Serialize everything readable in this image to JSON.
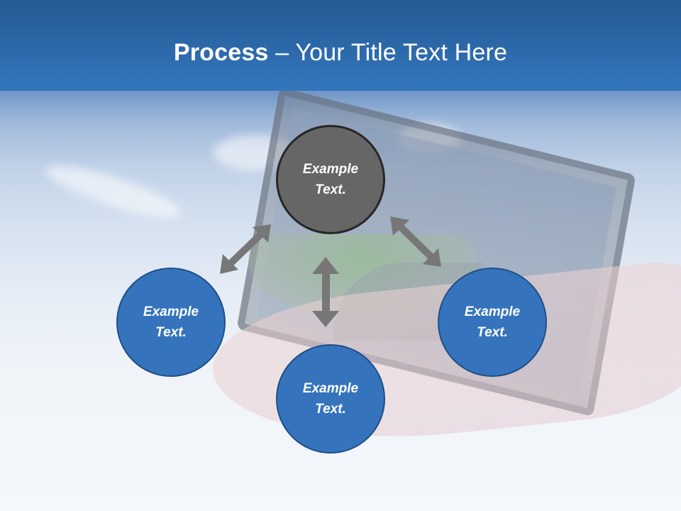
{
  "slide": {
    "title": {
      "bold": "Process",
      "rest": " – Your Title Text Here"
    },
    "nodes": [
      {
        "id": "top",
        "line1": "Example",
        "line2": "Text.",
        "color": "#666666"
      },
      {
        "id": "left",
        "line1": "Example",
        "line2": "Text.",
        "color": "#3574bc"
      },
      {
        "id": "right",
        "line1": "Example",
        "line2": "Text.",
        "color": "#3574bc"
      },
      {
        "id": "bottom",
        "line1": "Example",
        "line2": "Text.",
        "color": "#3574bc"
      }
    ],
    "connectors": [
      {
        "name": "top-left-double-arrow",
        "color": "#777777"
      },
      {
        "name": "top-right-double-arrow",
        "color": "#777777"
      },
      {
        "name": "top-bottom-double-arrow",
        "color": "#777777"
      }
    ],
    "colors": {
      "title_band": "#2b66a6",
      "accent_blue": "#3574bc",
      "accent_gray": "#666666",
      "arrow_gray": "#777777"
    }
  }
}
